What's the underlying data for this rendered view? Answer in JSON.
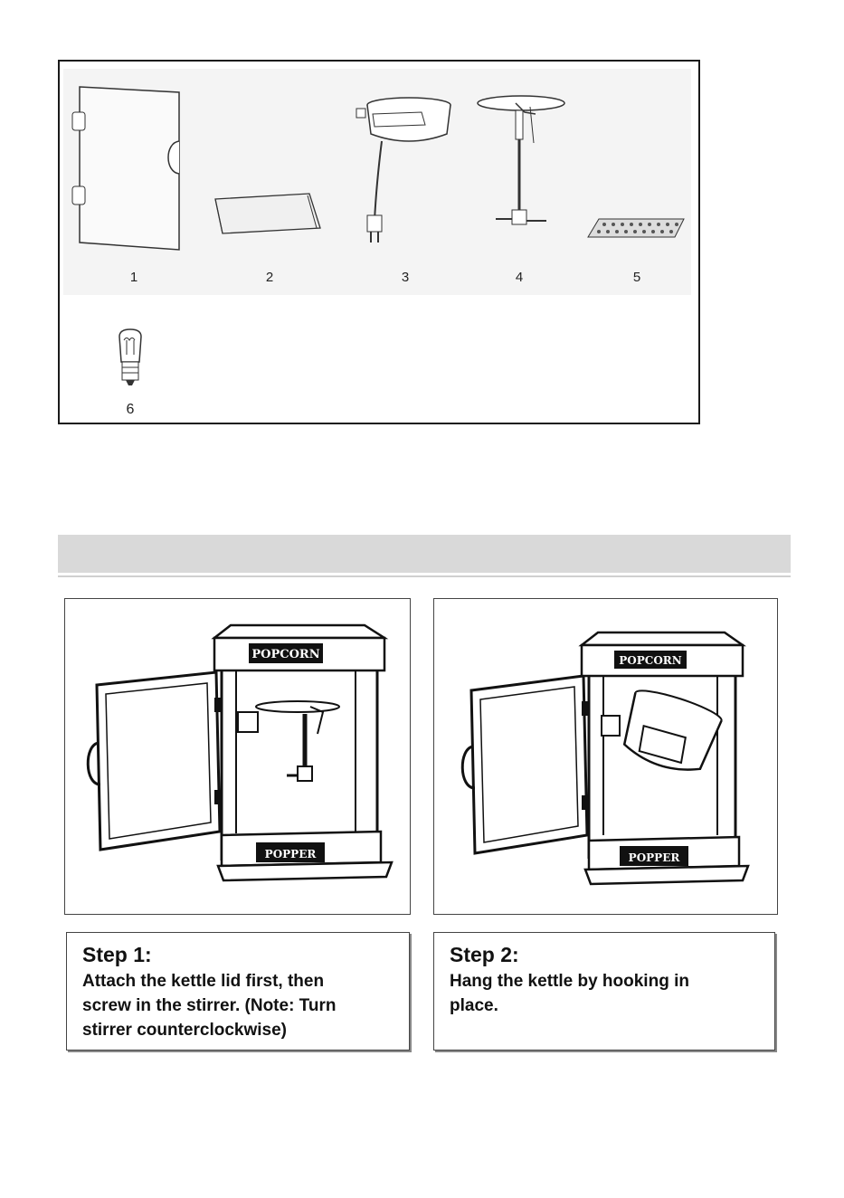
{
  "parts": [
    {
      "number": "1",
      "icon": "door-panel-icon"
    },
    {
      "number": "2",
      "icon": "tray-icon"
    },
    {
      "number": "3",
      "icon": "kettle-icon"
    },
    {
      "number": "4",
      "icon": "stirrer-icon"
    },
    {
      "number": "5",
      "icon": "mat-icon"
    },
    {
      "number": "6",
      "icon": "bulb-icon"
    }
  ],
  "illustrations": {
    "brand_top": "POPCORN",
    "brand_bottom": "POPPER"
  },
  "steps": [
    {
      "title": "Step 1:",
      "text": "Attach the kettle lid first, then\nscrew in the stirrer. (Note: Turn\nstirrer counterclockwise)"
    },
    {
      "title": "Step 2:",
      "text": "Hang the kettle by hooking in\nplace."
    }
  ]
}
